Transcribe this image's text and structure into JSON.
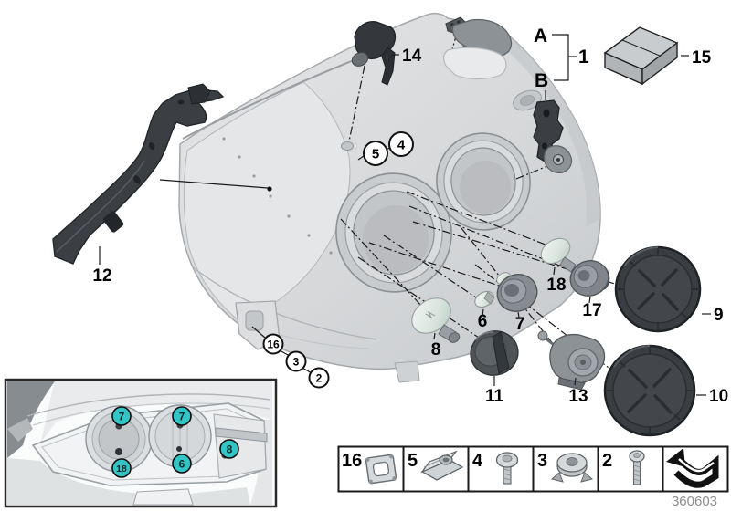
{
  "drawing_number": "360603",
  "accent_color": "#33c4c6",
  "parts": {
    "p1": "1",
    "p2": "2",
    "p3": "3",
    "p4": "4",
    "p5": "5",
    "p6": "6",
    "p7": "7",
    "p8": "8",
    "p9": "9",
    "p10": "10",
    "p11": "11",
    "p12": "12",
    "p13": "13",
    "p14": "14",
    "p15": "15",
    "p16": "16",
    "p17": "17",
    "p18": "18"
  },
  "variants": {
    "a": "A",
    "b": "B"
  },
  "inset_callouts": [
    "7",
    "7",
    "8",
    "18",
    "6"
  ],
  "strip_items": [
    "16",
    "5",
    "4",
    "3",
    "2"
  ]
}
